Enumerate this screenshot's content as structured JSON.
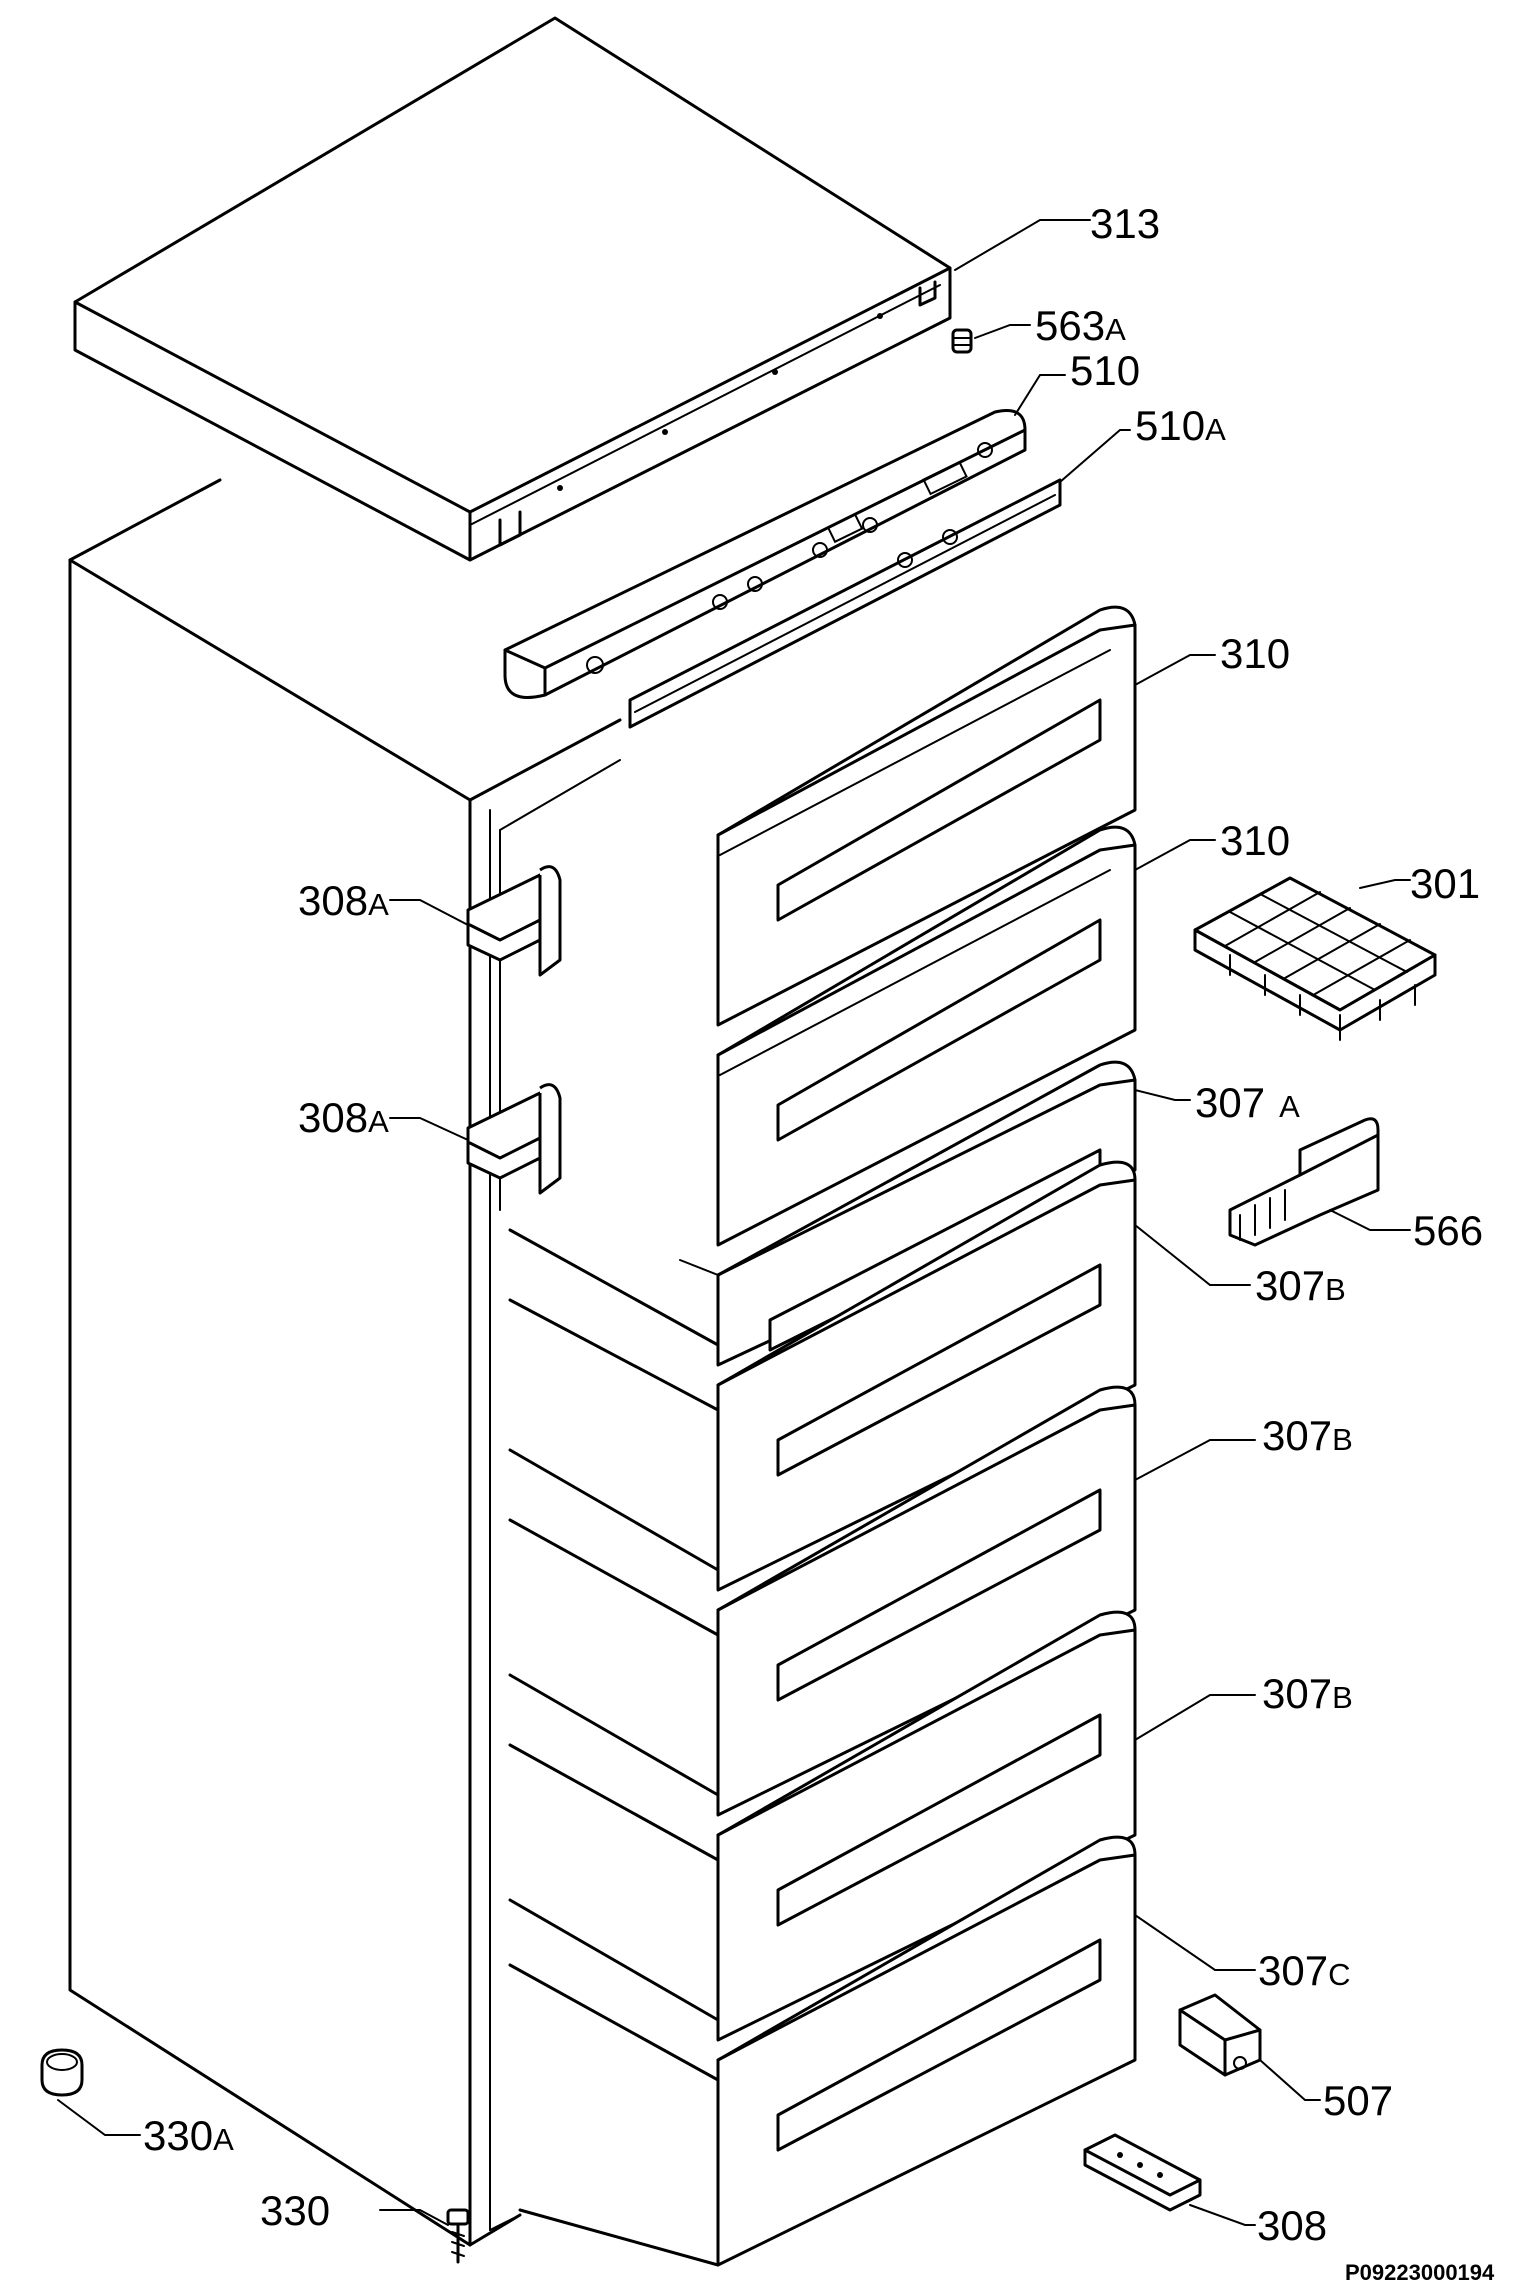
{
  "callouts": [
    {
      "id": "c313",
      "number": "313",
      "suffix": ""
    },
    {
      "id": "c563a",
      "number": "563",
      "suffix": "A"
    },
    {
      "id": "c510",
      "number": "510",
      "suffix": ""
    },
    {
      "id": "c510a",
      "number": "510",
      "suffix": "A"
    },
    {
      "id": "c310a",
      "number": "310",
      "suffix": ""
    },
    {
      "id": "c310b",
      "number": "310",
      "suffix": ""
    },
    {
      "id": "c301",
      "number": "301",
      "suffix": ""
    },
    {
      "id": "c308a1",
      "number": "308",
      "suffix": "A"
    },
    {
      "id": "c308a2",
      "number": "308",
      "suffix": "A"
    },
    {
      "id": "c307a",
      "number": "307",
      "suffix": "A"
    },
    {
      "id": "c566",
      "number": "566",
      "suffix": ""
    },
    {
      "id": "c307b1",
      "number": "307",
      "suffix": "B"
    },
    {
      "id": "c307b2",
      "number": "307",
      "suffix": "B"
    },
    {
      "id": "c307b3",
      "number": "307",
      "suffix": "B"
    },
    {
      "id": "c307c",
      "number": "307",
      "suffix": "C"
    },
    {
      "id": "c507",
      "number": "507",
      "suffix": ""
    },
    {
      "id": "c330a",
      "number": "330",
      "suffix": "A"
    },
    {
      "id": "c330",
      "number": "330",
      "suffix": ""
    },
    {
      "id": "c308",
      "number": "308",
      "suffix": ""
    }
  ],
  "diagram_code": "P09223000194"
}
